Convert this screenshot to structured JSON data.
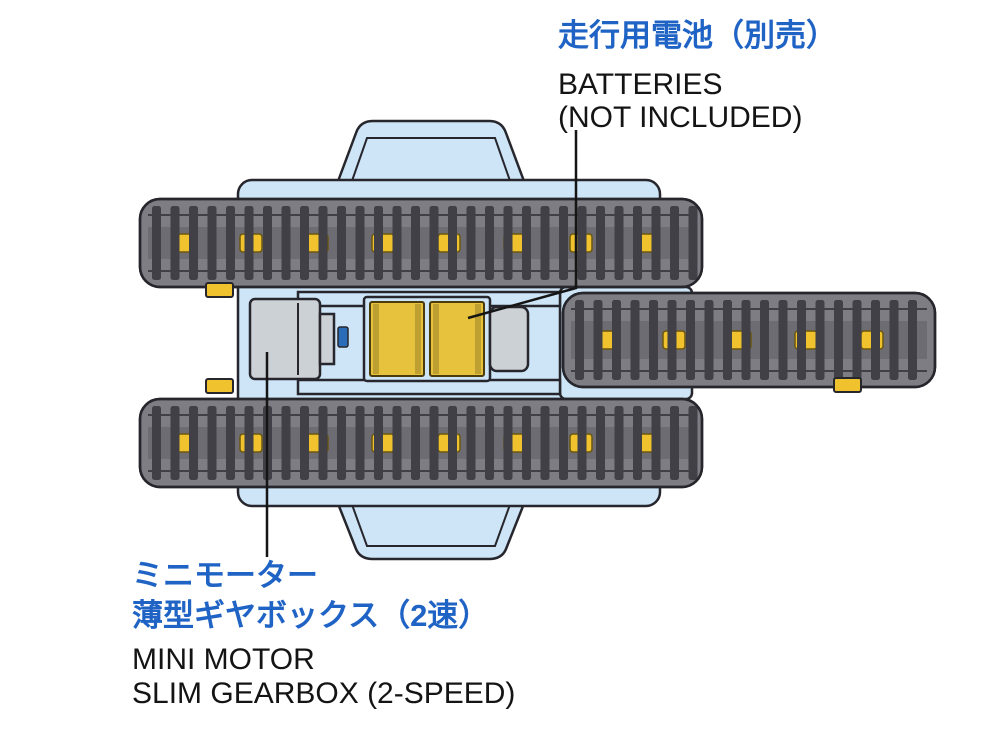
{
  "labels": {
    "battery": {
      "jp": "走行用電池（別売）",
      "en1": "BATTERIES",
      "en2": "(NOT INCLUDED)"
    },
    "gearbox": {
      "jp1": "ミニモーター",
      "jp2": "薄型ギヤボックス（2速）",
      "en1": "MINI MOTOR",
      "en2": "SLIM GEARBOX (2-SPEED)"
    }
  },
  "colors": {
    "label_blue": "#1f63c5",
    "text_black": "#141414",
    "body_fill": "#cde5f7",
    "outline": "#26262c",
    "track_base": "#7d7d83",
    "track_dark": "#404046",
    "accent_yellow": "#f0c32e",
    "yellow_edge": "#6b570f",
    "gray_part": "#ccd1d6",
    "blue_part": "#2a6cb8",
    "battery_yellow": "#e7c23d"
  }
}
